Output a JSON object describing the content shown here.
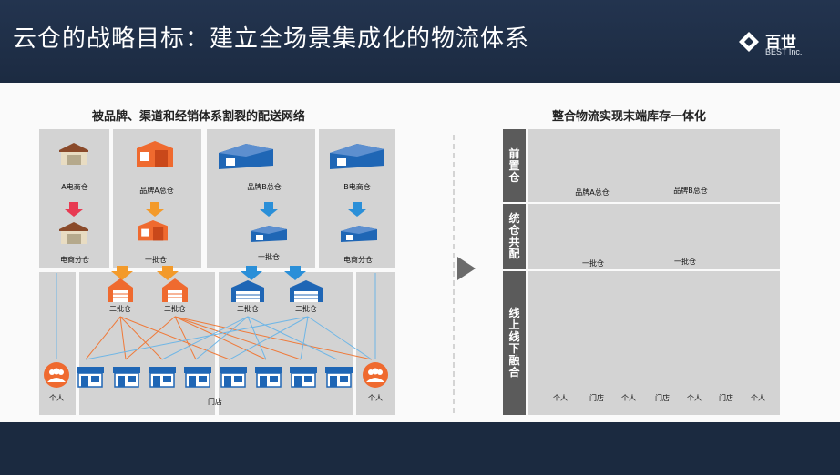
{
  "header": {
    "title": "云仓的战略目标：建立全场景集成化的物流体系",
    "logo_cn": "百世",
    "logo_en": "BEST Inc."
  },
  "left": {
    "title": "被品牌、渠道和经销体系割裂的配送网络",
    "top_row": [
      {
        "top": "A电商仓",
        "bottom": "电商分仓"
      },
      {
        "top": "品牌A总仓",
        "bottom": "一批仓"
      },
      {
        "top": "品牌B总仓",
        "bottom": "一批仓"
      },
      {
        "top": "B电商仓",
        "bottom": "电商分仓"
      }
    ],
    "second_tier": [
      "二批仓",
      "二批仓",
      "二批仓",
      "二批仓"
    ],
    "endpoints": {
      "person_left": "个人",
      "stores": "门店",
      "person_right": "个人"
    }
  },
  "right": {
    "title": "整合物流实现末端库存一体化",
    "tags": [
      "前置仓",
      "统仓共配",
      "线上线下融合"
    ],
    "warehouses": [
      {
        "top": "品牌A总仓",
        "bottom": "一批仓"
      },
      {
        "top": "品牌B总仓",
        "bottom": "一批仓"
      }
    ],
    "endpoints": [
      "个人",
      "门店",
      "个人",
      "门店",
      "个人",
      "门店",
      "个人"
    ]
  },
  "colors": {
    "header_bg": "#1f2f47",
    "accent_orange": "#ef6a2f",
    "accent_blue": "#1f66b5",
    "arrow_red": "#e83a52",
    "panel_gray": "#d3d3d3"
  }
}
